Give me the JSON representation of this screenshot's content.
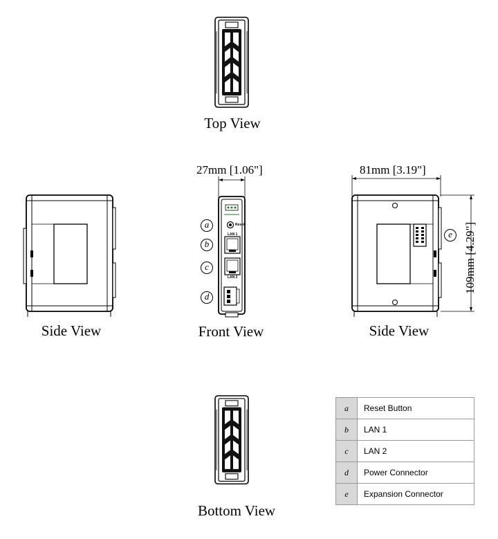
{
  "views": {
    "top": "Top View",
    "side_left": "Side View",
    "front": "Front View",
    "side_right": "Side View",
    "bottom": "Bottom View"
  },
  "dimensions": {
    "front_width": "27mm [1.06\"]",
    "side_depth": "81mm [3.19\"]",
    "side_height": "109mm [4.29\"]"
  },
  "callouts": {
    "a": "a",
    "b": "b",
    "c": "c",
    "d": "d",
    "e": "e"
  },
  "device_labels": {
    "reset": "Reset",
    "lan1": "LAN 1",
    "lan2": "LAN 2"
  },
  "legend": [
    {
      "key": "a",
      "label": "Reset Button"
    },
    {
      "key": "b",
      "label": "LAN 1"
    },
    {
      "key": "c",
      "label": "LAN 2"
    },
    {
      "key": "d",
      "label": "Power Connector"
    },
    {
      "key": "e",
      "label": "Expansion Connector"
    }
  ]
}
